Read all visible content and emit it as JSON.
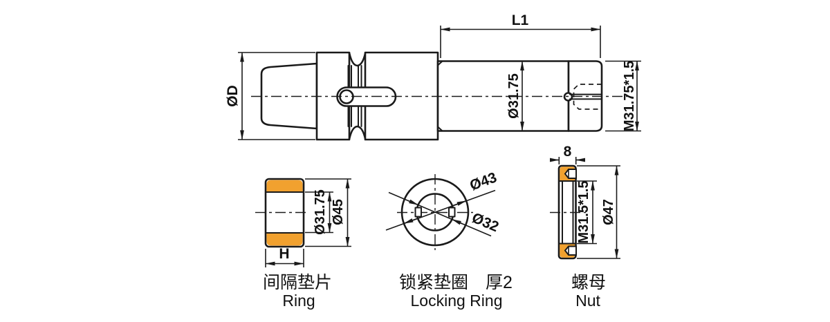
{
  "colors": {
    "line": "#1a1a1a",
    "section_fill": "#f1a12f",
    "background": "#ffffff"
  },
  "main_view": {
    "dim_outer_diameter": "ØD",
    "dim_length": "L1",
    "dim_shaft_diameter": "Ø31.75",
    "dim_thread": "M31.75*1.5"
  },
  "ring_view": {
    "dim_bore": "Ø31.75",
    "dim_outer": "Ø45",
    "dim_width": "H",
    "caption_zh": "间隔垫片",
    "caption_en": "Ring"
  },
  "locking_ring_view": {
    "dim_outer": "Ø43",
    "dim_inner": "Ø32",
    "caption_zh": "锁紧垫圈　厚2",
    "caption_en": "Locking Ring"
  },
  "nut_view": {
    "dim_width": "8",
    "dim_thread": "M31.5*1.5",
    "dim_outer": "Ø47",
    "caption_zh": "螺母",
    "caption_en": "Nut"
  }
}
